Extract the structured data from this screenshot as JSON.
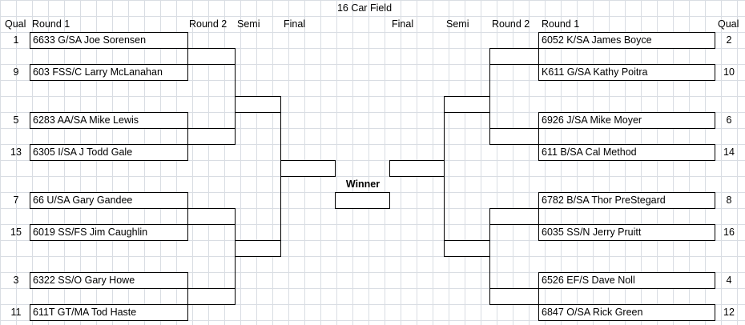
{
  "title": "16 Car Field",
  "headers": {
    "left": {
      "qual": "Qual",
      "round1": "Round 1",
      "round2": "Round 2",
      "semi": "Semi",
      "final": "Final"
    },
    "right": {
      "final": "Final",
      "semi": "Semi",
      "round2": "Round 2",
      "round1": "Round 1",
      "qual": "Qual"
    }
  },
  "winner_label": "Winner",
  "left_bracket": [
    {
      "qual": "1",
      "entry": "6633 G/SA Joe Sorensen"
    },
    {
      "qual": "9",
      "entry": "603 FSS/C Larry McLanahan"
    },
    {
      "qual": "5",
      "entry": "6283 AA/SA Mike Lewis"
    },
    {
      "qual": "13",
      "entry": "6305 I/SA J Todd Gale"
    },
    {
      "qual": "7",
      "entry": "66 U/SA Gary Gandee"
    },
    {
      "qual": "15",
      "entry": "6019 SS/FS Jim Caughlin"
    },
    {
      "qual": "3",
      "entry": "6322 SS/O Gary Howe"
    },
    {
      "qual": "11",
      "entry": "611T GT/MA Tod Haste"
    }
  ],
  "right_bracket": [
    {
      "qual": "2",
      "entry": "6052 K/SA James Boyce"
    },
    {
      "qual": "10",
      "entry": "K611 G/SA Kathy Poitra"
    },
    {
      "qual": "6",
      "entry": "6926 J/SA Mike Moyer"
    },
    {
      "qual": "14",
      "entry": "611 B/SA Cal Method"
    },
    {
      "qual": "8",
      "entry": "6782 B/SA Thor PreStegard"
    },
    {
      "qual": "16",
      "entry": "6035 SS/N Jerry Pruitt"
    },
    {
      "qual": "4",
      "entry": "6526 EF/S Dave Noll"
    },
    {
      "qual": "12",
      "entry": "6847 O/SA Rick Green"
    }
  ]
}
